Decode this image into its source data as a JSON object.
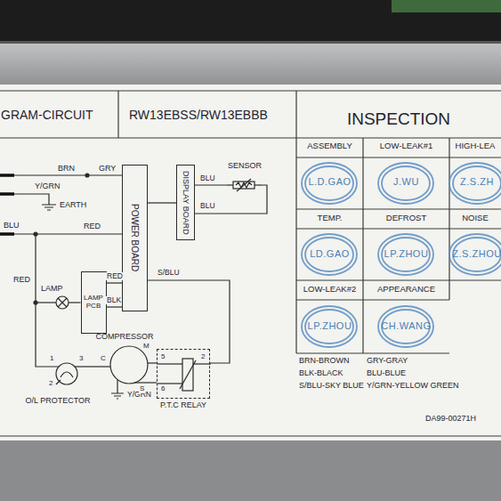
{
  "diagram": {
    "title": "GRAM-CIRCUIT",
    "nodes": [
      {
        "text": [
          "POWER BOARD"
        ]
      },
      {
        "text": [
          "DISPLAY BOARD"
        ]
      },
      {
        "text": [
          "SENSOR"
        ]
      },
      {
        "text": [
          "LAMP"
        ]
      },
      {
        "text": [
          "LAMP PCB"
        ]
      },
      {
        "text": [
          "COMPRESSOR"
        ]
      },
      {
        "text": [
          "O/L PROTECTOR"
        ]
      },
      {
        "text": [
          "P.T.C RELAY"
        ]
      }
    ],
    "edges": [
      {
        "from": 0,
        "to": 1,
        "arrow": "none"
      },
      {
        "from": 1,
        "to": 2,
        "label": "BLU",
        "arrow": "none"
      },
      {
        "from": 1,
        "to": 2,
        "label": "BLU",
        "arrow": "none"
      },
      {
        "from": 4,
        "to": 0,
        "label": "RED",
        "arrow": "none"
      },
      {
        "from": 4,
        "to": 0,
        "label": "BLK",
        "arrow": "none"
      },
      {
        "from": 3,
        "to": 4,
        "arrow": "none"
      },
      {
        "from": 0,
        "to": 7,
        "label": "S/BLU",
        "arrow": "none"
      },
      {
        "from": 6,
        "to": 5,
        "arrow": "none"
      },
      {
        "from": 5,
        "to": 7,
        "arrow": "none"
      },
      {
        "from": 5,
        "to": 7,
        "arrow": "none"
      }
    ],
    "labels": [
      "RW13EBSS/RW13EBBB",
      "INSPECTION",
      "ASSEMBLY",
      "LOW-LEAK#1",
      "HIGH-LEA",
      "L.D.GAO",
      "J.WU",
      "Z.S.ZH",
      "TEMP.",
      "DEFROST",
      "NOISE",
      "LD.GAO",
      "LP.ZHOU",
      "Z.S.ZHOU",
      "LOW-LEAK#2",
      "APPEARANCE",
      "LP.ZHOU",
      "CH.WANG",
      "BRN-BROWN",
      "GRY-GRAY",
      "BLK-BLACK",
      "BLU-BLUE",
      "S/BLU-SKY BLUE",
      "Y/GRN-YELLOW GREEN",
      "DA99-00271H",
      "BRN",
      "GRY",
      "Y/GRN",
      "EARTH",
      "BLU",
      "RED",
      "RED",
      "Y/GRN",
      "1",
      "3",
      "2",
      "C",
      "M",
      "S",
      "5",
      "2",
      "6"
    ]
  }
}
